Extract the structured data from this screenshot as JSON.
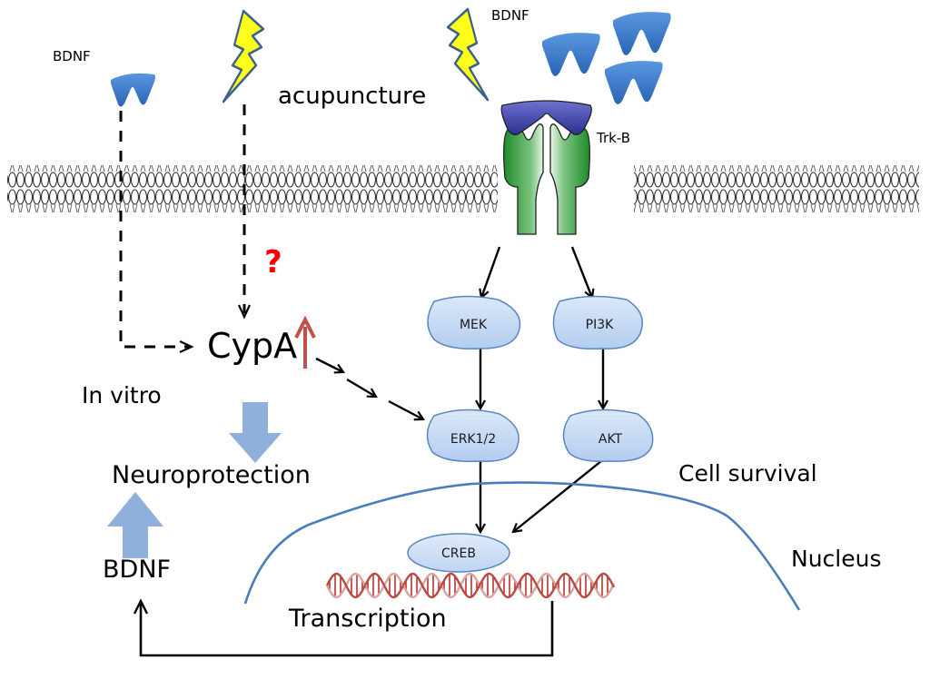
{
  "labels": {
    "bdnf_left": "BDNF",
    "bdnf_right": "BDNF",
    "acupuncture": "acupuncture",
    "trkb": "Trk-B",
    "question": "?",
    "cypa": "CypA",
    "in_vitro": "In vitro",
    "neuroprotection": "Neuroprotection",
    "bdnf_bottom": "BDNF",
    "cell_survival": "Cell survival",
    "nucleus": "Nucleus",
    "transcription": "Transcription"
  },
  "nodes": {
    "mek": "MEK",
    "pi3k": "PI3K",
    "erk": "ERK1/2",
    "akt": "AKT",
    "creb": "CREB"
  },
  "colors": {
    "bdnf_protein": "#3a78c9",
    "lightning": "#ffff1a",
    "lightning_stroke": "#3b5f8f",
    "receptor_green": "#2e9a3a",
    "receptor_cap": "#4a4fb0",
    "node_fill": "#c8dcf5",
    "node_stroke": "#5a86c0",
    "block_arrow": "#8eb0da",
    "up_arrow_red": "#c0504d",
    "question_red": "#ff0000",
    "nucleus_line": "#4a7ebb",
    "dna_red": "#c0302a"
  }
}
